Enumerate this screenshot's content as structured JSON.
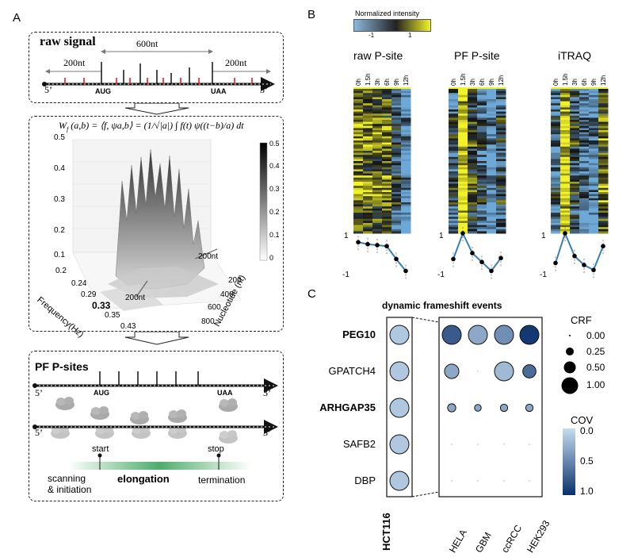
{
  "panels": {
    "A": "A",
    "B": "B",
    "C": "C"
  },
  "raw_signal": {
    "title": "raw signal",
    "span_600": "600nt",
    "span_200_left": "200nt",
    "span_200_right": "200nt",
    "five_prime": "5’",
    "three_prime": "3’",
    "start_codon": "AUG",
    "stop_codon": "UAA"
  },
  "wavelet": {
    "formula_lhs": "W",
    "formula_body": "(a,b) = ⟨f, ψa,b⟩ = (1/√|a|) ∫ f(t) ψ((t−b)/a) dt",
    "z_ticks": [
      "0.5",
      "0.4",
      "0.3",
      "0.2",
      "0.1"
    ],
    "colorbar_ticks": [
      "0.5",
      "0.4",
      "0.3",
      "0.2",
      "0.1",
      "0"
    ],
    "freq_ticks": [
      "0.2",
      "0.24",
      "0.29",
      "0.33",
      "0.35",
      "0.43"
    ],
    "freq_label": "Frequency(Hz)",
    "nt_ticks": [
      "200",
      "400",
      "600",
      "800"
    ],
    "nt_label": "Nucleotide (nt)",
    "arrow_label_a": "200nt",
    "arrow_label_b": "200nt"
  },
  "pf_sites": {
    "title": "PF P-sites",
    "five_prime": "5’",
    "three_prime": "3’",
    "start_codon": "AUG",
    "stop_codon": "UAA",
    "start": "start",
    "stop": "stop",
    "scan": "scanning\n& initiation",
    "scan_line1": "scanning",
    "scan_line2": "& initiation",
    "elongation": "elongation",
    "termination": "termination"
  },
  "heatmaps": {
    "legend_title": "Normalized intensity",
    "legend_ticks": [
      "-1",
      "1"
    ],
    "time_labels": [
      "0h",
      "1.5h",
      "3h",
      "6h",
      "9h",
      "12h"
    ],
    "titles": [
      "raw P-site",
      "PF P-site",
      "iTRAQ"
    ],
    "axis_ticks": [
      "1",
      "-1"
    ],
    "profiles": [
      [
        0.55,
        0.45,
        0.4,
        0.35,
        -0.3,
        -0.9
      ],
      [
        -0.3,
        1.0,
        0.0,
        -0.45,
        -0.9,
        -0.25
      ],
      [
        -0.5,
        1.0,
        -0.15,
        -0.6,
        -0.85,
        0.35
      ]
    ]
  },
  "bubble": {
    "title": "dynamic frameshift events",
    "genes": [
      "PEG10",
      "GPATCH4",
      "ARHGAP35",
      "SAFB2",
      "DBP"
    ],
    "genes_bold": [
      true,
      false,
      true,
      false,
      false
    ],
    "left_col": "HCT116",
    "right_cols": [
      "HELA",
      "GBM",
      "ccRCC",
      "HEK293"
    ],
    "crf_legend_title": "CRF",
    "crf_legend_values": [
      "0.00",
      "0.25",
      "0.50",
      "1.00"
    ],
    "cov_legend_title": "COV",
    "cov_legend_ticks": [
      "0.0",
      "0.5",
      "1.0"
    ],
    "hct116": [
      {
        "crf": 1.0,
        "cov": 0.12
      },
      {
        "crf": 1.0,
        "cov": 0.12
      },
      {
        "crf": 1.0,
        "cov": 0.12
      },
      {
        "crf": 1.0,
        "cov": 0.12
      },
      {
        "crf": 1.0,
        "cov": 0.12
      }
    ],
    "others": [
      [
        {
          "crf": 1.0,
          "cov": 0.75
        },
        {
          "crf": 1.0,
          "cov": 0.3
        },
        {
          "crf": 1.0,
          "cov": 0.45
        },
        {
          "crf": 1.0,
          "cov": 0.95
        }
      ],
      [
        {
          "crf": 0.5,
          "cov": 0.3
        },
        {
          "crf": 0.0,
          "cov": 0.0
        },
        {
          "crf": 1.0,
          "cov": 0.2
        },
        {
          "crf": 0.4,
          "cov": 0.65
        }
      ],
      [
        {
          "crf": 0.1,
          "cov": 0.3
        },
        {
          "crf": 0.05,
          "cov": 0.3
        },
        {
          "crf": 0.07,
          "cov": 0.3
        },
        {
          "crf": 0.07,
          "cov": 0.3
        }
      ],
      [
        {
          "crf": 0.0,
          "cov": 0.1
        },
        {
          "crf": 0.0,
          "cov": 0.1
        },
        {
          "crf": 0.0,
          "cov": 0.1
        },
        {
          "crf": 0.0,
          "cov": 0.1
        }
      ],
      [
        {
          "crf": 0.0,
          "cov": 0.1
        },
        {
          "crf": 0.0,
          "cov": 0.1
        },
        {
          "crf": 0.0,
          "cov": 0.1
        },
        {
          "crf": 0.0,
          "cov": 0.1
        }
      ]
    ]
  },
  "colors": {
    "heat_low": "#6fa8d6",
    "heat_mid": "#111111",
    "heat_high": "#f2f22a",
    "cov_low": "#c6dcef",
    "cov_high": "#08306b",
    "profile_line": "#3a7fb8",
    "red_ticks": "#e0202a",
    "green": "#3aa45a"
  }
}
